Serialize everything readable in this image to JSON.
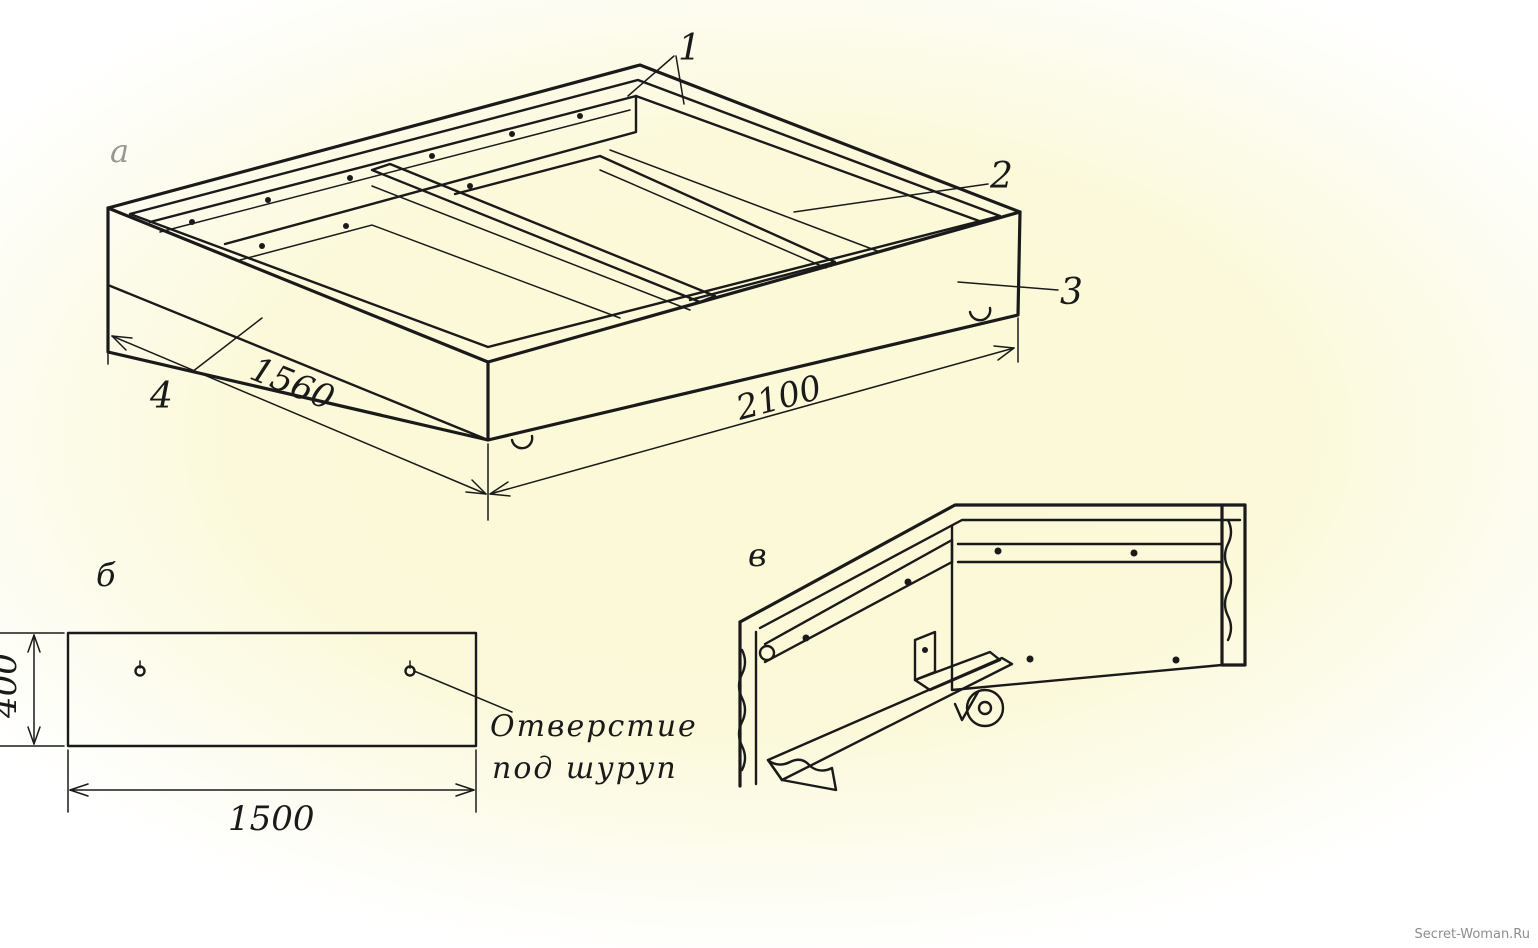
{
  "figure": {
    "sections": {
      "a": "а",
      "b": "б",
      "v": "в"
    },
    "parts": {
      "p1": "1",
      "p2": "2",
      "p3": "3",
      "p4": "4"
    },
    "dimensions": {
      "width": "1560",
      "length": "2100",
      "panel_length": "1500",
      "panel_height": "400"
    },
    "note": {
      "line1": "Отверстие",
      "line2": "под шуруп"
    }
  },
  "watermark": "Secret-Woman.Ru"
}
